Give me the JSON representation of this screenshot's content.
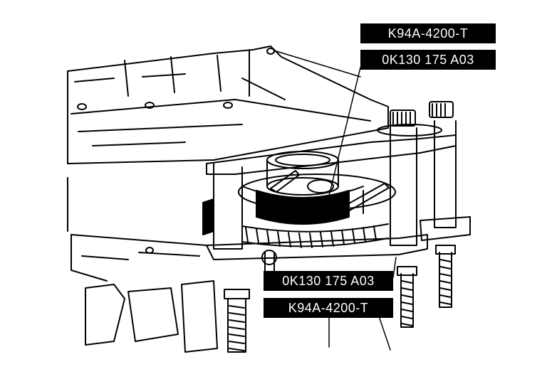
{
  "callouts": {
    "top_tool": "K94A-4200-T",
    "top_part": "0K130 175 A03",
    "bottom_part": "0K130 175 A03",
    "bottom_tool": "K94A-4200-T"
  },
  "colors": {
    "ink": "#000000",
    "paper": "#ffffff"
  }
}
